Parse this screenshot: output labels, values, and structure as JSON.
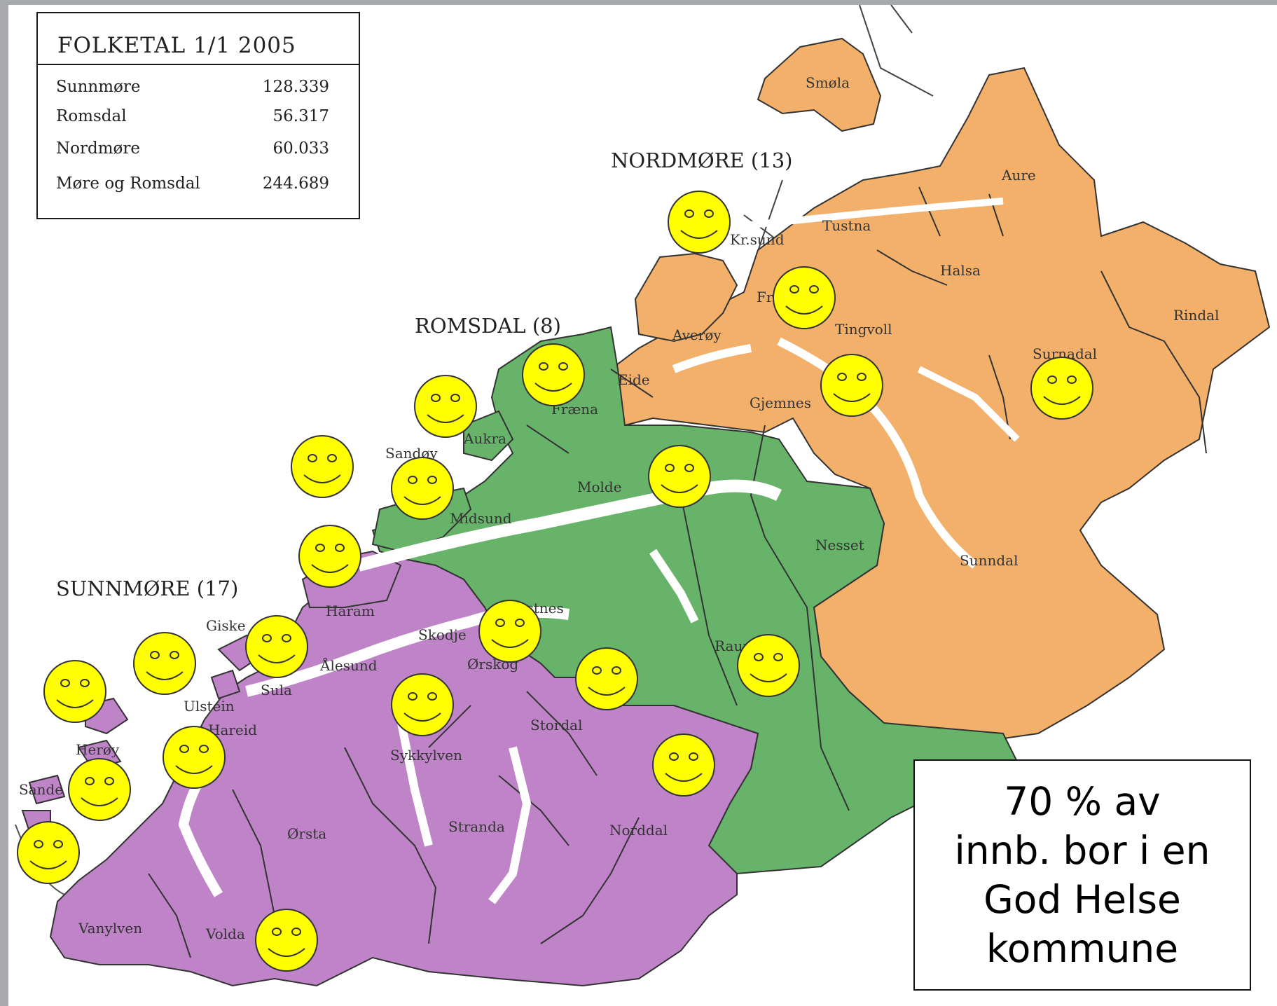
{
  "legend": {
    "title": "FOLKETAL 1/1 2005",
    "rows": [
      {
        "name": "Sunnmøre",
        "value": "128.339"
      },
      {
        "name": "Romsdal",
        "value": "56.317"
      },
      {
        "name": "Nordmøre",
        "value": "60.033"
      },
      {
        "name": "Møre og Romsdal",
        "value": "244.689"
      }
    ]
  },
  "callout": {
    "lines": [
      "70 % av",
      "innb. bor i en",
      "God Helse",
      "kommune"
    ]
  },
  "regions": [
    {
      "name": "NORDMØRE (13)",
      "color": "#f2b06b"
    },
    {
      "name": "ROMSDAL (8)",
      "color": "#67b36a"
    },
    {
      "name": "SUNNMØRE (17)",
      "color": "#bf84c8"
    }
  ],
  "municipalities": [
    "Smøla",
    "Aure",
    "Tustna",
    "Kr.sund",
    "Halsa",
    "Frei",
    "Rindal",
    "Averøy",
    "Tingvoll",
    "Surnadal",
    "Eide",
    "Gjemnes",
    "Fræna",
    "Aukra",
    "Sandøy",
    "Molde",
    "Midsund",
    "Nesset",
    "Sunndal",
    "Haram",
    "Giske",
    "Vestnes",
    "Skodje",
    "Rauma",
    "Ålesund",
    "Ørskog",
    "Sula",
    "Ulstein",
    "Hareid",
    "Stordal",
    "Herøy",
    "Sykkylven",
    "Sande",
    "Stranda",
    "Ørsta",
    "Norddal",
    "Vanylven",
    "Volda"
  ],
  "icons": {
    "marker": "smiley-icon",
    "marker_color": "#ffff00"
  }
}
